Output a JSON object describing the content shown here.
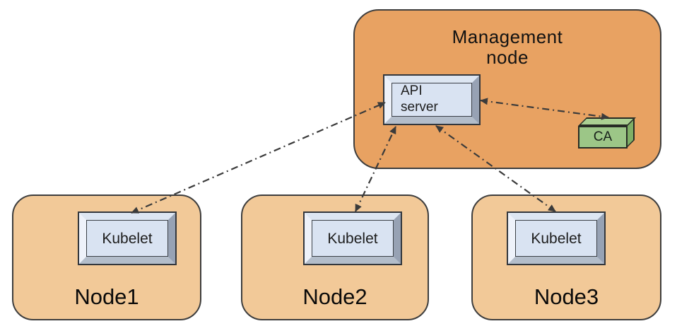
{
  "management_node": {
    "title": "Management node",
    "api_server": {
      "label": "API server"
    },
    "ca": {
      "label": "CA"
    }
  },
  "worker_nodes": [
    {
      "label": "Node1",
      "component": "Kubelet"
    },
    {
      "label": "Node2",
      "component": "Kubelet"
    },
    {
      "label": "Node3",
      "component": "Kubelet"
    }
  ],
  "connections": [
    {
      "from": "Kubelet (Node1)",
      "to": "API server",
      "style": "dash-dot",
      "bidirectional": true
    },
    {
      "from": "Kubelet (Node2)",
      "to": "API server",
      "style": "dash-dot",
      "bidirectional": true
    },
    {
      "from": "Kubelet (Node3)",
      "to": "API server",
      "style": "dash-dot",
      "bidirectional": true
    },
    {
      "from": "API server",
      "to": "CA",
      "style": "dash-dot",
      "bidirectional": true
    }
  ],
  "colors": {
    "management_fill": "#E8A262",
    "worker_node_fill": "#F2C998",
    "container_border": "#3E3E3E",
    "component_face": "#D9E3F2",
    "ca_front": "#9CC687",
    "ca_top": "#ABD092",
    "ca_side": "#7FAF66",
    "arrow": "#3B3B3B",
    "background": "#FFFFFF"
  }
}
